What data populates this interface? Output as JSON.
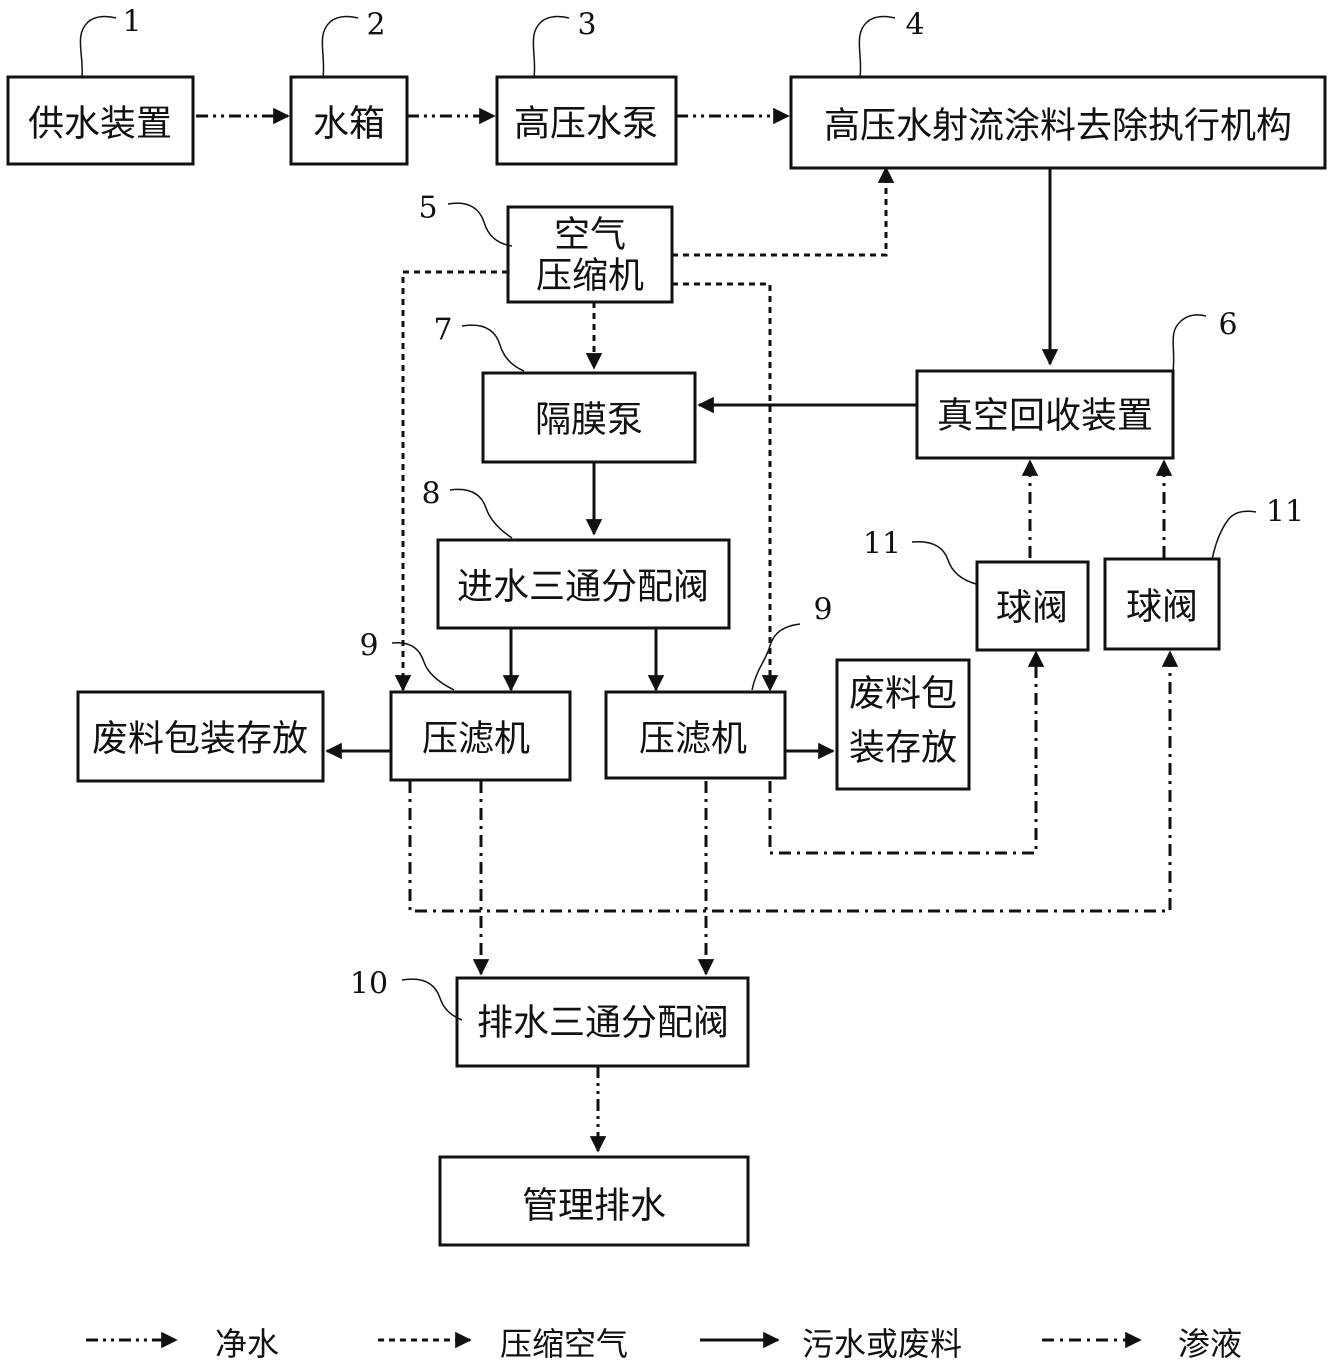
{
  "nodes": {
    "supply": {
      "num": "1",
      "label": "供水装置"
    },
    "tank": {
      "num": "2",
      "label": "水箱"
    },
    "pump": {
      "num": "3",
      "label": "高压水泵"
    },
    "jet": {
      "num": "4",
      "label": "高压水射流涂料去除执行机构"
    },
    "compressor": {
      "num": "5",
      "line1": "空气",
      "line2": "压缩机"
    },
    "vacuum": {
      "num": "6",
      "label": "真空回收装置"
    },
    "diaphragm": {
      "num": "7",
      "label": "隔膜泵"
    },
    "inlet_valve": {
      "num": "8",
      "label": "进水三通分配阀"
    },
    "filter_left": {
      "num": "9",
      "label": "压滤机"
    },
    "filter_right": {
      "num": "9",
      "label": "压滤机"
    },
    "drain_valve": {
      "num": "10",
      "label": "排水三通分配阀"
    },
    "ball_left": {
      "num": "11",
      "label": "球阀"
    },
    "ball_right": {
      "num": "11",
      "label": "球阀"
    },
    "waste_left": {
      "label": "废料包装存放"
    },
    "waste_right": {
      "line1": "废料包",
      "line2": "装存放"
    },
    "discharge": {
      "label": "管理排水"
    }
  },
  "legend": [
    {
      "style": "clean",
      "label": "净水"
    },
    {
      "style": "air",
      "label": "压缩空气"
    },
    {
      "style": "waste",
      "label": "污水或废料"
    },
    {
      "style": "leak",
      "label": "渗液"
    }
  ]
}
